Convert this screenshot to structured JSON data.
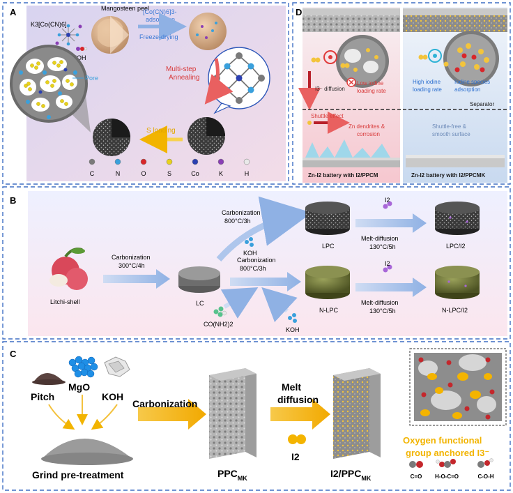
{
  "panel_a": {
    "letter": "A",
    "reagent": "K3[Co(CN)6]",
    "koh": "KOH",
    "mangosteen": "Mangosteen peel",
    "adsorption_ion": "[Co(CN)6]3-",
    "adsorption": "adsorption",
    "freeze": "Freeze-drying",
    "multistep": "Multi-step",
    "annealing": "Annealing",
    "pore": "Pore",
    "sload": "S loading",
    "legend": [
      {
        "sym": "C",
        "color": "#7a7a7a"
      },
      {
        "sym": "N",
        "color": "#3aa0dc"
      },
      {
        "sym": "O",
        "color": "#d8262a"
      },
      {
        "sym": "S",
        "color": "#e8d21c"
      },
      {
        "sym": "Co",
        "color": "#2b3fb0"
      },
      {
        "sym": "K",
        "color": "#8a3fb5"
      },
      {
        "sym": "H",
        "color": "#e9e9e9"
      }
    ]
  },
  "panel_b": {
    "letter": "B",
    "litchi": "Litchi-shell",
    "carb1": "Carbonization",
    "carb1_cond": "300°C/4h",
    "lc": "LC",
    "carb_up": "Carbonization",
    "carb_up_cond": "800°C/3h",
    "koh_up": "KOH",
    "carb_mid": "Carbonization",
    "carb_mid_cond": "800°C/3h",
    "urea": "CO(NH2)2",
    "koh_low": "KOH",
    "lpc": "LPC",
    "nlpc": "N-LPC",
    "i2_up": "I2",
    "i2_low": "I2",
    "melt_up": "Melt-diffusion",
    "melt_up_cond": "130°C/5h",
    "melt_low": "Melt-diffusion",
    "melt_low_cond": "130°C/5h",
    "lpc_i2": "LPC/I2",
    "nlpc_i2": "N-LPC/I2"
  },
  "panel_c": {
    "letter": "C",
    "mgo": "MgO",
    "pitch": "Pitch",
    "koh": "KOH",
    "grind": "Grind pre-treatment",
    "carbonization": "Carbonization",
    "ppc": "PPC",
    "ppc_sub": "MK",
    "melt": "Melt",
    "diffusion": "diffusion",
    "i2": "I2",
    "i2ppc": "I2/PPC",
    "i2ppc_sub": "MK",
    "oxygen_1": "Oxygen functional",
    "oxygen_2": "group anchored I3⁻",
    "groups": [
      "C=O",
      "H-O-C=O",
      "C-O-H"
    ]
  },
  "panel_d": {
    "letter": "D",
    "i3_diffusion": "I3⁻ diffusion",
    "low_iodine_1": "Low iodine",
    "low_iodine_2": "loading rate",
    "high_iodine_1": "High iodine",
    "high_iodine_2": "loading rate",
    "iodine_species_1": "Iodine species",
    "iodine_species_2": "adsorption",
    "separator": "Separator",
    "shuttle_effect": "Shuttle effect",
    "zn_dendrites_1": "Zn dendrites &",
    "zn_dendrites_2": "corrosion",
    "shuttle_free_1": "Shuttle-free &",
    "shuttle_free_2": "smooth surface",
    "battery_left": "Zn-I2 battery with I2/PPCM",
    "battery_right": "Zn-I2 battery with I2/PPCMK"
  }
}
